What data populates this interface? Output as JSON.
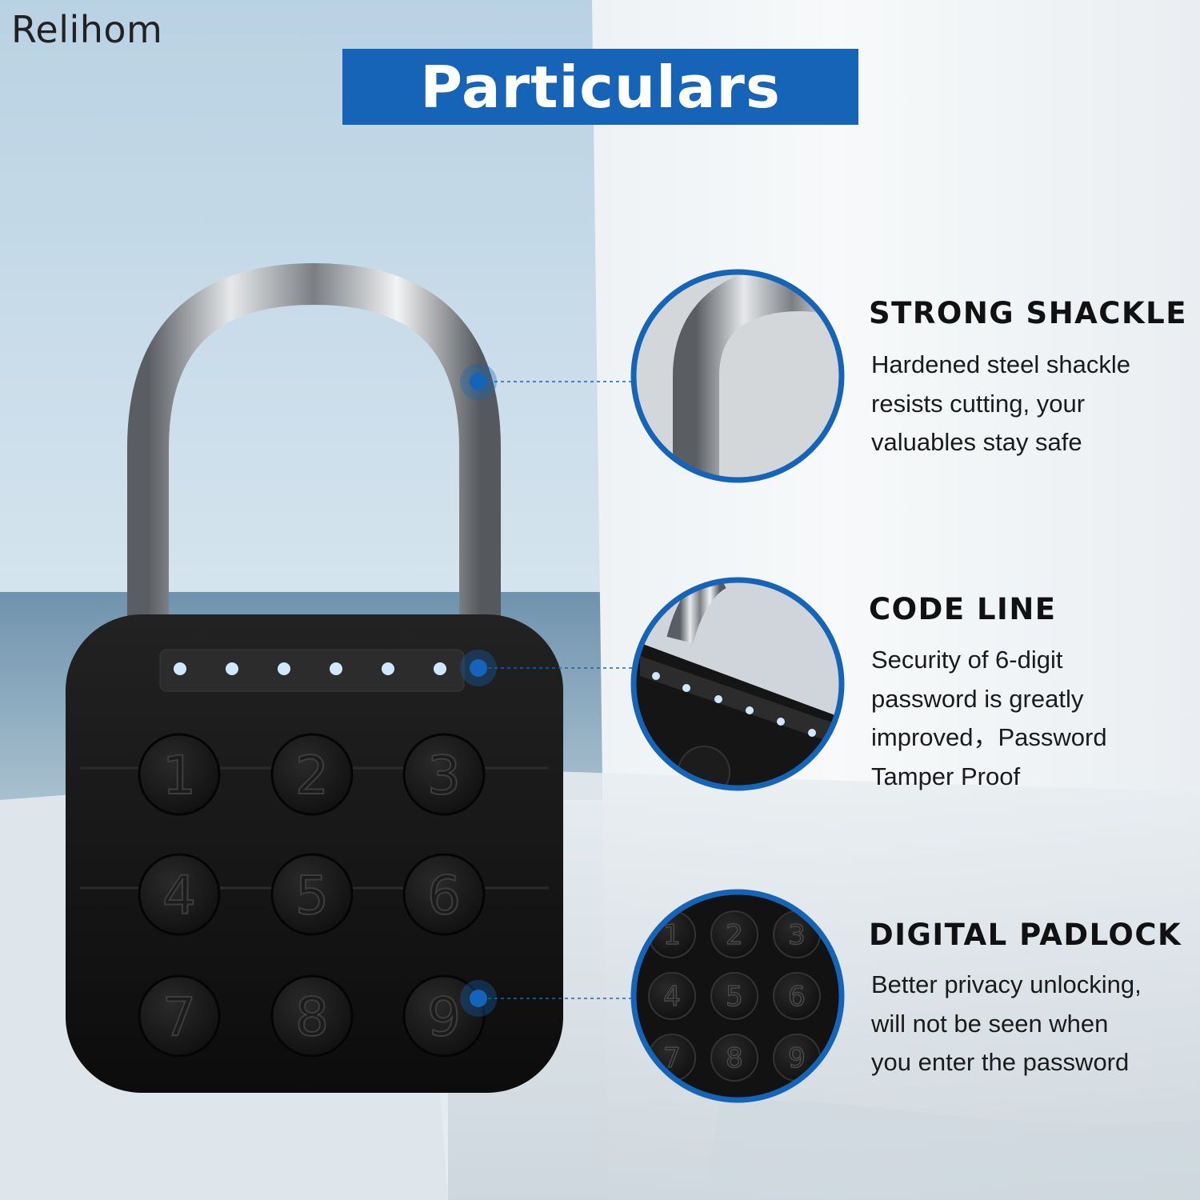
{
  "brand": "Relihom",
  "title": "Particulars",
  "colors": {
    "accent": "#1564b8",
    "lock_body": "#141414",
    "indicator": "#cfe8ff"
  },
  "lock": {
    "keys": [
      "1",
      "2",
      "3",
      "4",
      "5",
      "6",
      "7",
      "8",
      "9"
    ],
    "indicator_count": 6
  },
  "features": [
    {
      "title": "STRONG SHACKLE",
      "lines": [
        "Hardened steel shackle",
        "resists cutting, your",
        "valuables stay safe"
      ],
      "icon": "shackle-closeup"
    },
    {
      "title": "CODE LINE",
      "lines": [
        "Security of 6-digit",
        "password is greatly",
        "improved，Password",
        "Tamper Proof"
      ],
      "icon": "indicator-lights-closeup"
    },
    {
      "title": "DIGITAL PADLOCK",
      "lines": [
        "Better privacy unlocking,",
        "will not be seen when",
        "you enter the password"
      ],
      "icon": "keypad-closeup"
    }
  ]
}
